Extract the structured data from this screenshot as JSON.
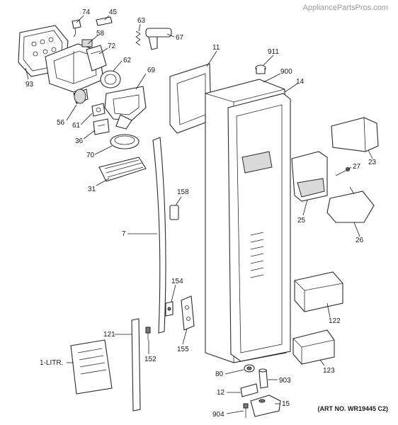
{
  "watermark": "AppliancePartsPros.com",
  "art_number": "(ART NO. WR19445 C2)",
  "labels": {
    "p74": "74",
    "p45": "45",
    "p63": "63",
    "p67": "67",
    "p58": "58",
    "p72": "72",
    "p62": "62",
    "p93": "93",
    "p69": "69",
    "p56": "56",
    "p61": "61",
    "p36": "36",
    "p70": "70",
    "p31": "31",
    "p11": "11",
    "p911": "911",
    "p900": "900",
    "p14": "14",
    "p23": "23",
    "p27": "27",
    "p25": "25",
    "p26": "26",
    "p158": "158",
    "p7": "7",
    "p154": "154",
    "p122": "122",
    "p121": "121",
    "p152": "152",
    "p155": "155",
    "p1litr": "1-LITR.",
    "p123": "123",
    "p80": "80",
    "p903": "903",
    "p12": "12",
    "p15": "15",
    "p904": "904"
  }
}
